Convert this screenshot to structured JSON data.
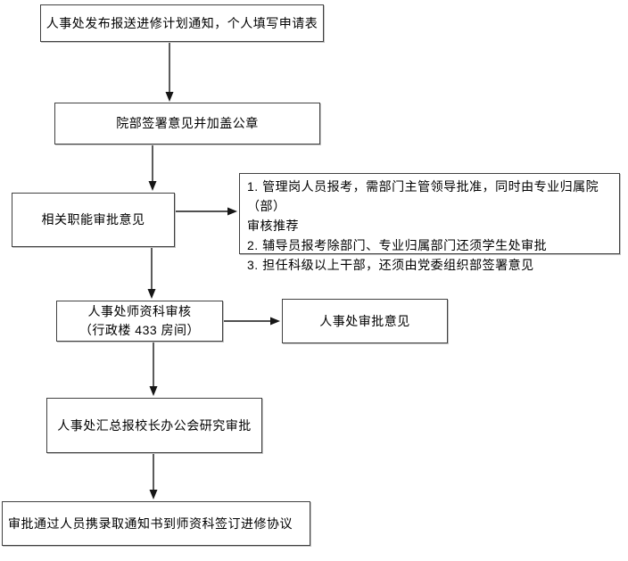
{
  "flowchart": {
    "background": "#ffffff",
    "colors": {
      "box_border": "#414141",
      "arrow": "#161616",
      "text": "#000000"
    },
    "nodes": [
      {
        "id": "announce",
        "label": "人事处发布报送进修计划通知，个人填写申请表"
      },
      {
        "id": "dept-sign",
        "label": "院部签署意见并加盖公章"
      },
      {
        "id": "functional-approval",
        "label": "相关职能审批意见"
      },
      {
        "id": "approval-notes",
        "label": "1. 管理岗人员报考，需部门主管领导批准，同时由专业归属院（部）\n审核推荐\n2. 辅导员报考除部门、专业归属部门还须学生处审批\n3. 担任科级以上干部，还须由党委组织部签署意见"
      },
      {
        "id": "teacher-section-review",
        "label": "人事处师资科审核\n（行政楼 433 房间）"
      },
      {
        "id": "hr-approval-opinion",
        "label": "人事处审批意见"
      },
      {
        "id": "president-office-approval",
        "label": "人事处汇总报校长办公会研究审批"
      },
      {
        "id": "sign-agreement",
        "label": "审批通过人员携录取通知书到师资科签订进修协议"
      }
    ],
    "edges": [
      {
        "from": "announce",
        "to": "dept-sign",
        "direction": "down"
      },
      {
        "from": "dept-sign",
        "to": "functional-approval",
        "direction": "down"
      },
      {
        "from": "functional-approval",
        "to": "approval-notes",
        "direction": "right"
      },
      {
        "from": "functional-approval",
        "to": "teacher-section-review",
        "direction": "down"
      },
      {
        "from": "teacher-section-review",
        "to": "hr-approval-opinion",
        "direction": "right"
      },
      {
        "from": "teacher-section-review",
        "to": "president-office-approval",
        "direction": "down"
      },
      {
        "from": "president-office-approval",
        "to": "sign-agreement",
        "direction": "down"
      }
    ]
  }
}
